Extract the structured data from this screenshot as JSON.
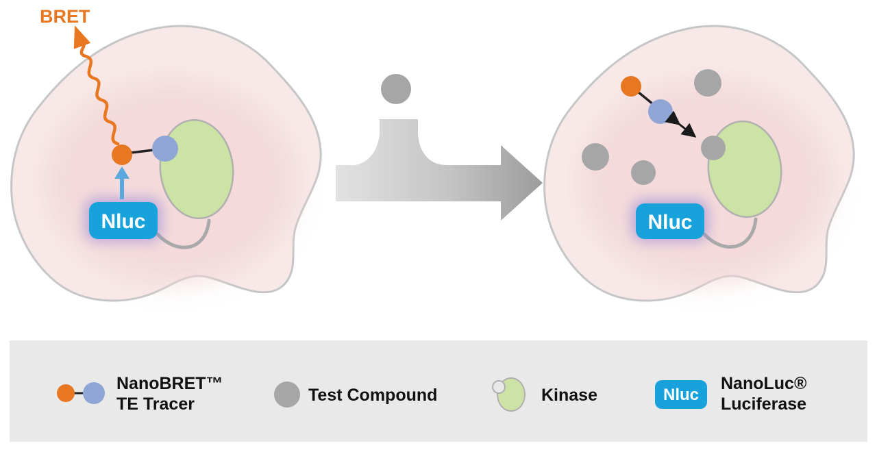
{
  "diagram": {
    "bret_label": "BRET",
    "left_cell": {
      "nluc_label": "Nluc"
    },
    "right_cell": {
      "nluc_label": "Nluc"
    }
  },
  "legend": {
    "tracer": {
      "line1": "NanoBRET™",
      "line2": "TE Tracer"
    },
    "test_compound": {
      "label": "Test Compound"
    },
    "kinase": {
      "label": "Kinase"
    },
    "nluc": {
      "badge_label": "Nluc",
      "line1": "NanoLuc®",
      "line2": "Luciferase"
    }
  },
  "colors": {
    "orange": "#E87722",
    "tracer_blue": "#8FA5D6",
    "nluc_blue": "#17A2DC",
    "kinase_green": "#CDE2A5",
    "compound_gray": "#A6A6A6",
    "cell_fill": "#F8E9E9",
    "cell_stroke": "#C6C6C6",
    "legend_bg": "#E9E9E9",
    "glow_purple": "#8E7BD8",
    "arrow_blue": "#5AA9DE",
    "text_dark": "#111111"
  }
}
